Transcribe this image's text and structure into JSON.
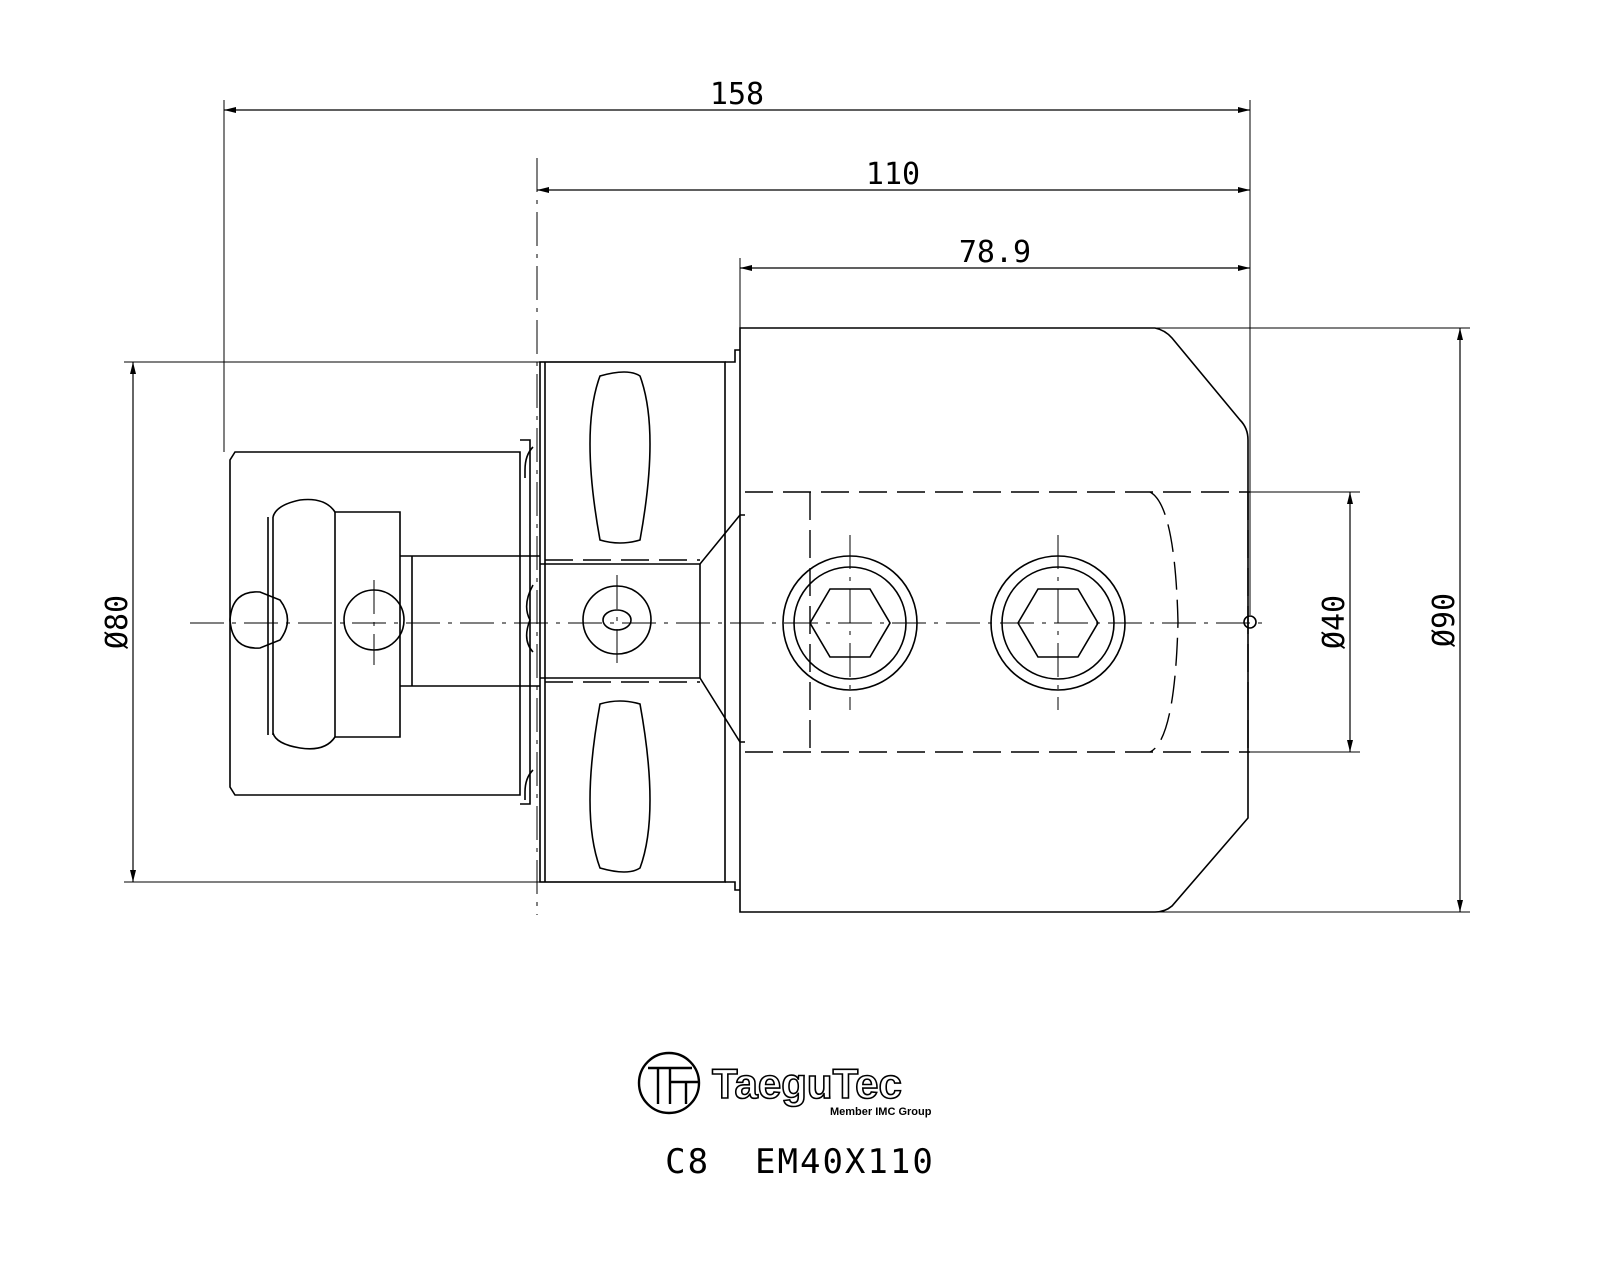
{
  "dimensions": {
    "overall_length": "158",
    "gauge_length": "110",
    "body_length": "78.9",
    "flange_diameter": "Ø80",
    "bore_diameter": "Ø40",
    "body_diameter": "Ø90"
  },
  "logo": {
    "brand": "TaeguTec",
    "tagline": "Member IMC Group"
  },
  "part_number": "C8  EM40X110",
  "colors": {
    "line": "#000000",
    "background": "#ffffff"
  }
}
